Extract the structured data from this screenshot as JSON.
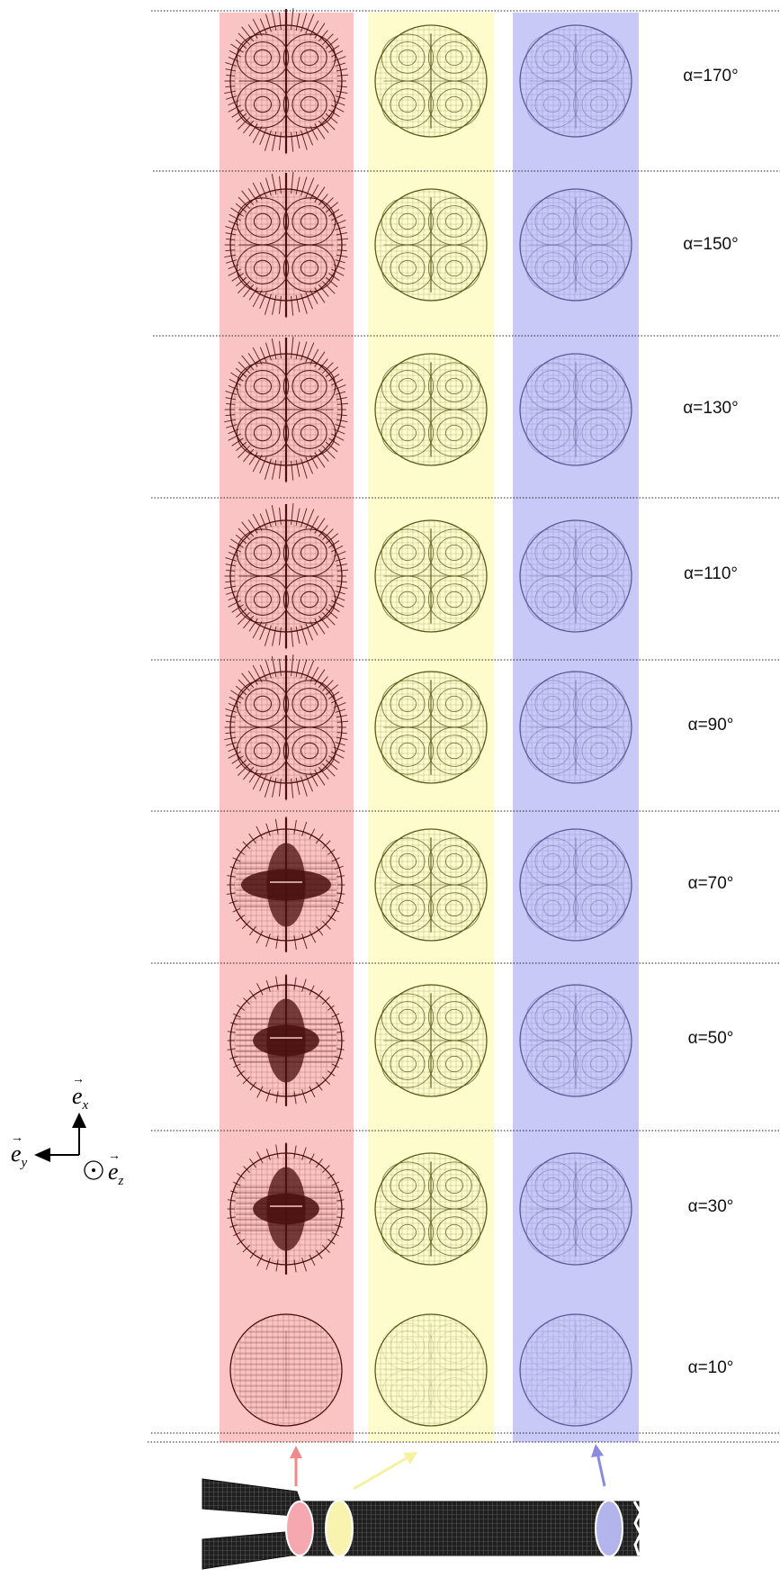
{
  "rows": [
    {
      "label": "α=170°",
      "alpha": 170
    },
    {
      "label": "α=150°",
      "alpha": 150
    },
    {
      "label": "α=130°",
      "alpha": 130
    },
    {
      "label": "α=110°",
      "alpha": 110
    },
    {
      "label": "α=90°",
      "alpha": 90
    },
    {
      "label": "α=70°",
      "alpha": 70
    },
    {
      "label": "α=50°",
      "alpha": 50
    },
    {
      "label": "α=30°",
      "alpha": 30
    },
    {
      "label": "α=10°",
      "alpha": 10
    }
  ],
  "axes": {
    "ex": {
      "base": "e",
      "sub": "x"
    },
    "ey": {
      "base": "e",
      "sub": "y"
    },
    "ez": {
      "base": "e",
      "sub": "z"
    }
  },
  "colors": {
    "column_red": "#fbc4c4",
    "column_yellow": "#fefccc",
    "column_blue": "#c9c9f7",
    "field_red": "#4a0f0f",
    "field_yellow": "#5a5a1a",
    "field_blue": "#5a5a9a",
    "arrow_red": "#f08a8a",
    "arrow_yellow": "#f4f2a0",
    "arrow_blue": "#8a8ae0",
    "fiber": "#1a1a1a"
  }
}
